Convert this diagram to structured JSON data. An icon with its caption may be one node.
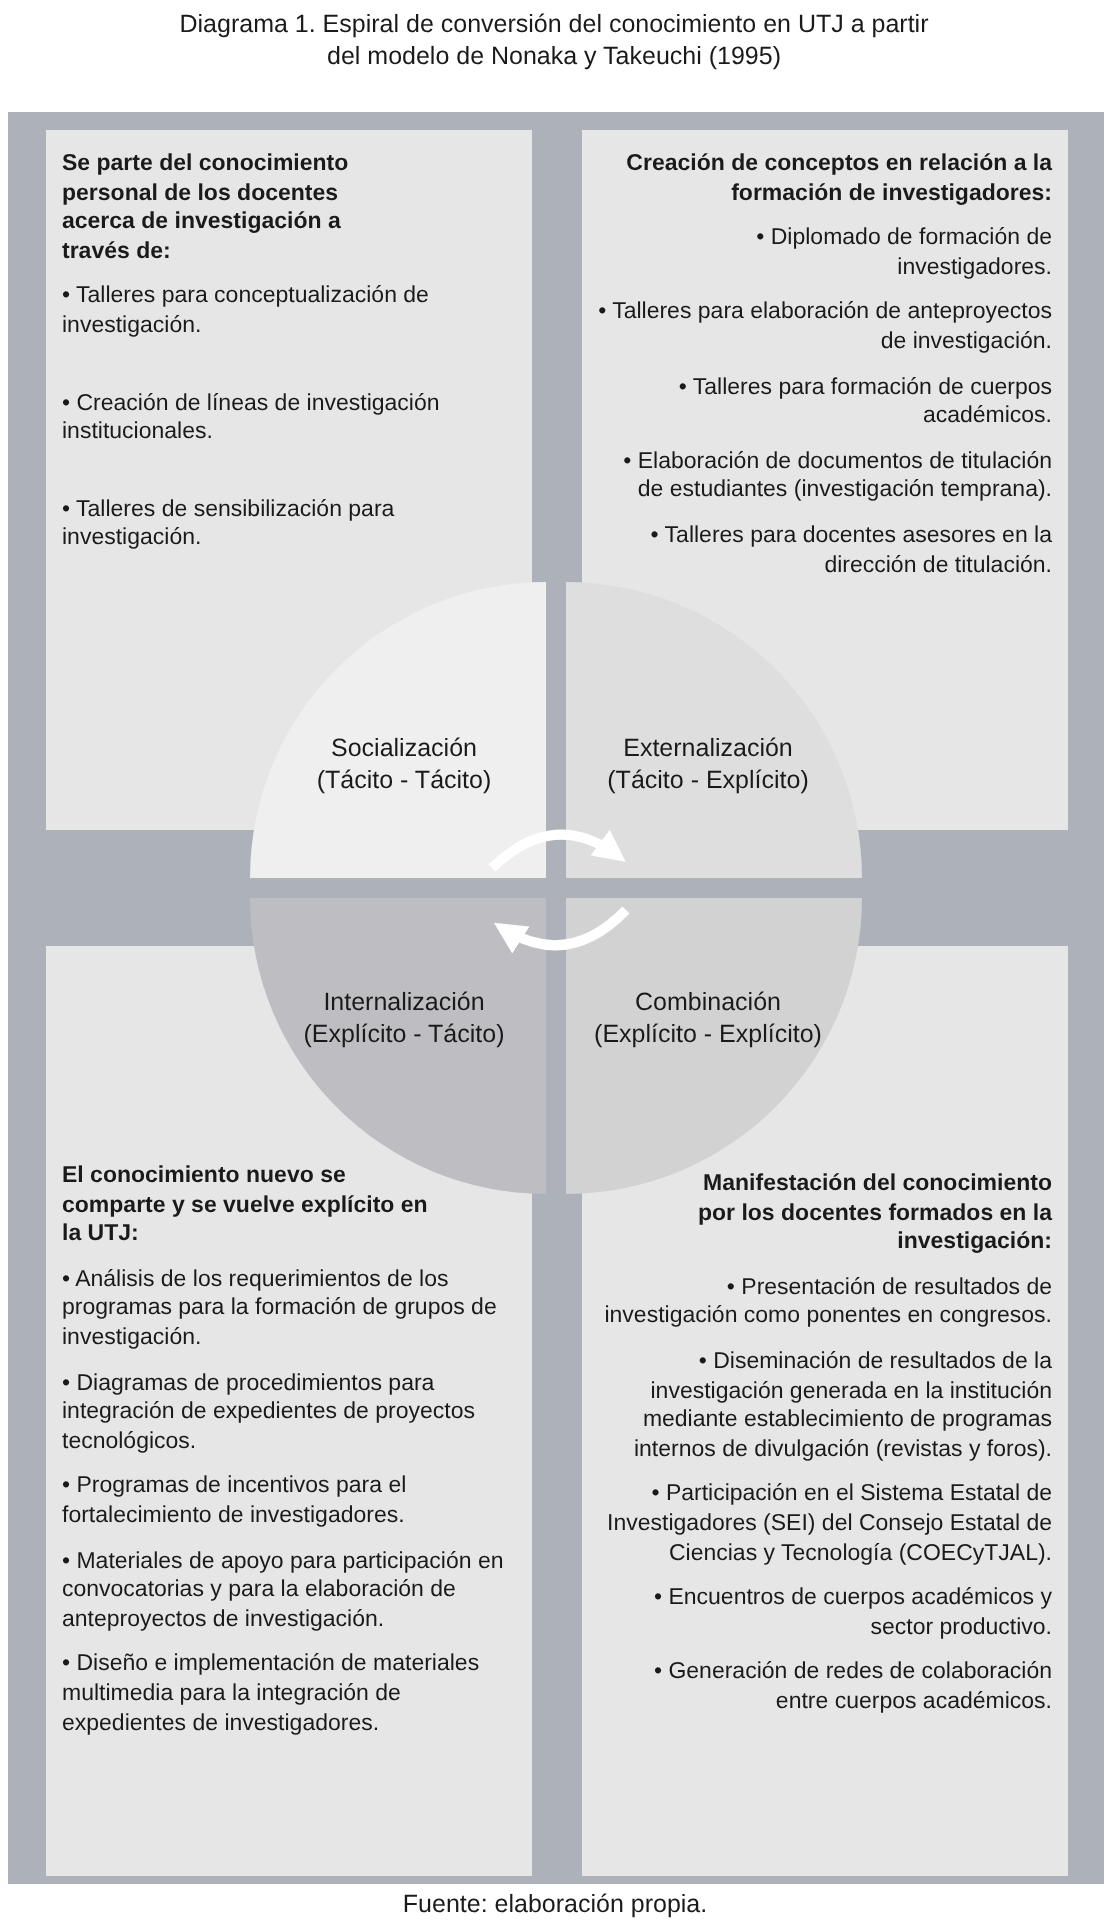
{
  "diagram": {
    "title": "Diagrama 1. Espiral de conversión del conocimiento en UTJ a partir del modelo de Nonaka y Takeuchi (1995)",
    "caption": "Fuente: elaboración propia.",
    "nodes": [
      {
        "text": [
          "Se parte del conocimiento personal de los docentes acerca de investigación a través de:",
          "• Talleres para conceptualización de investigación.",
          "• Creación de líneas de investigación institucionales.",
          "• Talleres de sensibilización para investigación."
        ]
      },
      {
        "text": [
          "Creación de conceptos en relación a la formación de investigadores:",
          "• Diplomado de formación de investigadores.",
          "• Talleres para elaboración de anteproyectos de investigación.",
          "• Talleres para formación de cuerpos académicos.",
          "• Elaboración de documentos de titulación de estudiantes (investigación temprana).",
          "• Talleres para docentes asesores en la dirección de titulación."
        ]
      },
      {
        "text": [
          "Socialización",
          "(Tácito - Tácito)"
        ]
      },
      {
        "text": [
          "Externalización",
          "(Tácito - Explícito)"
        ]
      },
      {
        "text": [
          "Internalización",
          "(Explícito - Tácito)"
        ]
      },
      {
        "text": [
          "Combinación",
          "(Explícito - Explícito)"
        ]
      },
      {
        "text": [
          "El conocimiento nuevo se comparte y se vuelve explícito en la UTJ:",
          "• Análisis de los requerimientos de los programas para la formación de grupos de investigación.",
          "• Diagramas de procedimientos para integración de expedientes de proyectos tecnológicos.",
          "• Programas de incentivos para el fortalecimiento de investigadores.",
          "• Materiales de apoyo para participación en convocatorias y para la elaboración de anteproyectos de investigación.",
          "• Diseño e implementación de materiales multimedia para la integración de expedientes de investigadores."
        ]
      },
      {
        "text": [
          "Manifestación del conocimiento por los docentes formados en la investigación:",
          "• Presentación de resultados de investigación como ponentes en congresos.",
          "• Diseminación de resultados de la investigación generada en la institución mediante establecimiento de programas internos de divulgación (revistas y foros).",
          "• Participación en el Sistema Estatal de Investigadores (SEI) del Consejo Estatal de Ciencias y Tecnología (COECyTJAL).",
          "• Encuentros de cuerpos académicos y sector productivo.",
          "• Generación de redes de colaboración entre cuerpos académicos."
        ]
      }
    ],
    "edges": [
      {
        "from": 2,
        "to": 3,
        "arrow": "to"
      },
      {
        "from": 5,
        "to": 4,
        "arrow": "to"
      }
    ]
  }
}
